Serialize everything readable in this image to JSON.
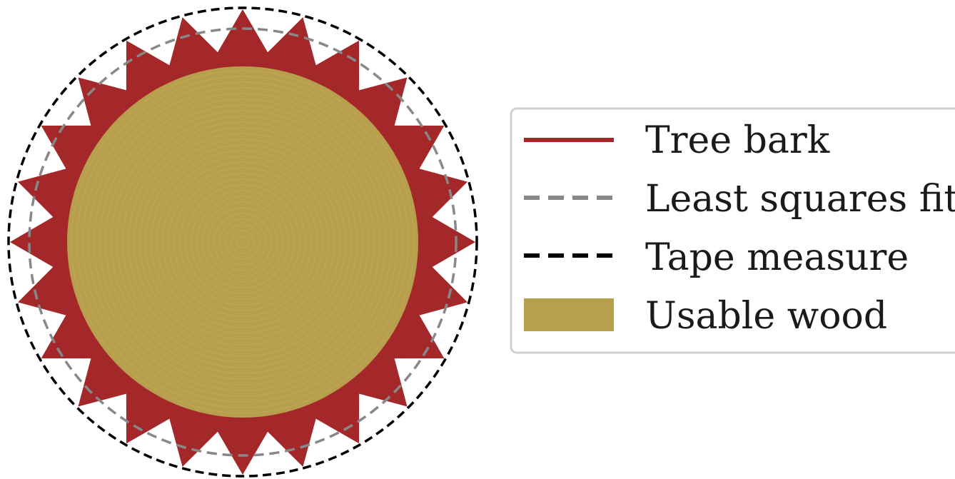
{
  "legend": {
    "items": [
      {
        "label": "Tree bark",
        "kind": "line",
        "color": "#a4272a",
        "dash": "solid"
      },
      {
        "label": "Least squares fit",
        "kind": "line",
        "color": "#888888",
        "dash": "dashed"
      },
      {
        "label": "Tape measure",
        "kind": "line",
        "color": "#000000",
        "dash": "dashed"
      },
      {
        "label": "Usable wood",
        "kind": "patch",
        "color": "#b89f4d"
      }
    ]
  },
  "diagram": {
    "bark_color": "#a4272a",
    "wood_color": "#b89f4d",
    "wood_ring_color": "#c2a95a",
    "least_squares_color": "#888888",
    "tape_measure_color": "#000000",
    "bark_spikes": 24
  }
}
